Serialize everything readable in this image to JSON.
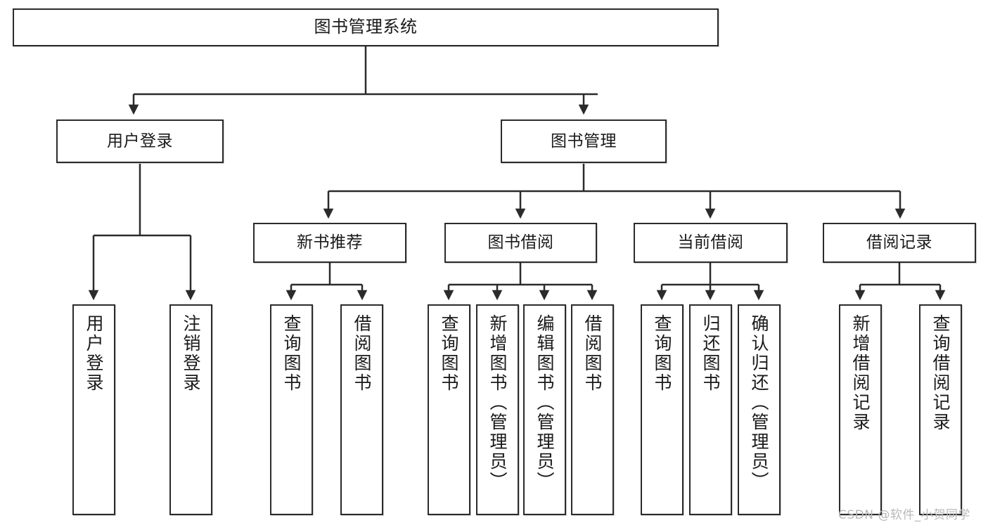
{
  "diagram": {
    "title": "图书管理系统",
    "type": "tree-structure-chart",
    "colors": {
      "stroke": "#2b2b2b",
      "fill": "#ffffff",
      "text": "#1a1a1a",
      "watermark": "#b9b9b9"
    },
    "nodes": {
      "root": {
        "label": "图书管理系统"
      },
      "level2": [
        {
          "label": "用户登录"
        },
        {
          "label": "图书管理"
        }
      ],
      "level3": [
        {
          "label": "新书推荐"
        },
        {
          "label": "图书借阅"
        },
        {
          "label": "当前借阅"
        },
        {
          "label": "借阅记录"
        }
      ],
      "leaves": [
        {
          "label": "用户登录"
        },
        {
          "label": "注销登录"
        },
        {
          "label": "查询图书"
        },
        {
          "label": "借阅图书"
        },
        {
          "label": "查询图书"
        },
        {
          "label": "新增图书（管理员）"
        },
        {
          "label": "编辑图书（管理员）"
        },
        {
          "label": "借阅图书"
        },
        {
          "label": "查询图书"
        },
        {
          "label": "归还图书"
        },
        {
          "label": "确认归还（管理员）"
        },
        {
          "label": "新增借阅记录"
        },
        {
          "label": "查询借阅记录"
        }
      ]
    }
  },
  "watermark": {
    "text": "CSDN @软件_小贺同学"
  }
}
